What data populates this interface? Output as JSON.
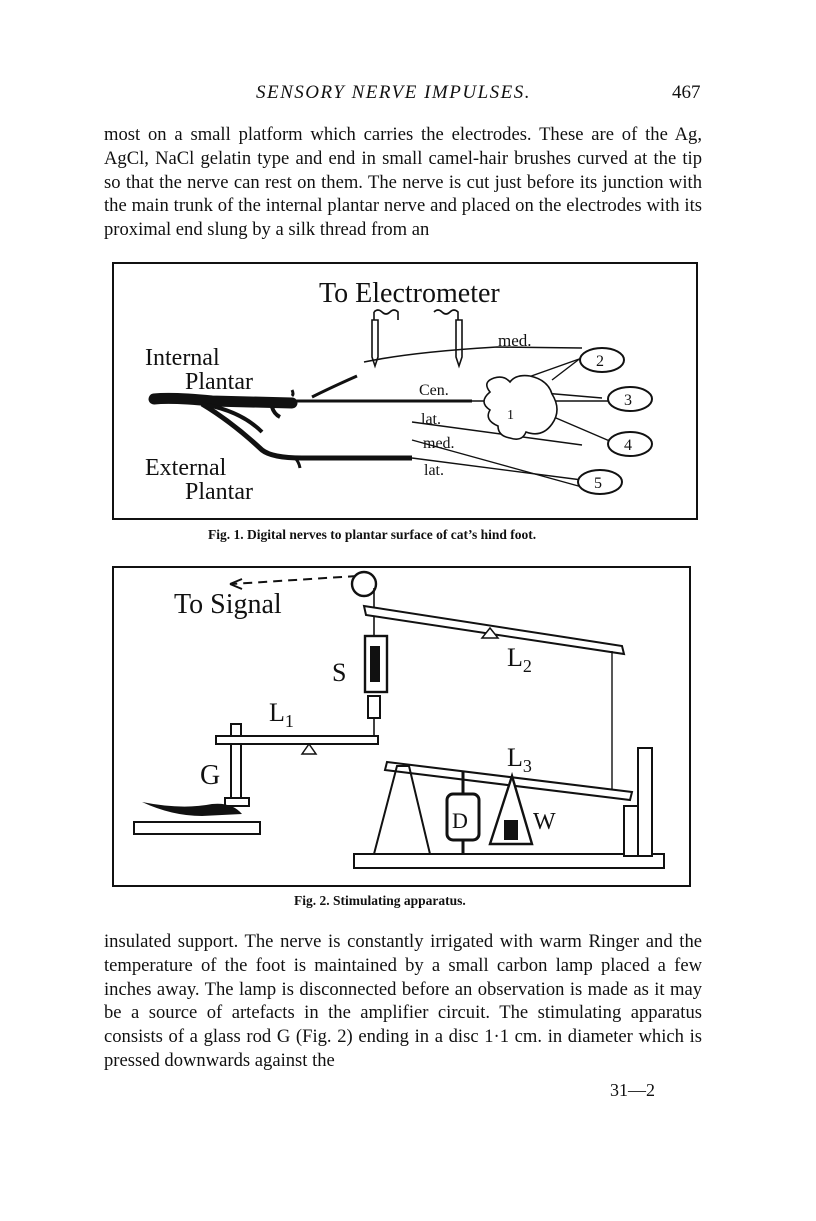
{
  "header": {
    "running_title": "SENSORY NERVE IMPULSES.",
    "page_number": "467"
  },
  "paragraphs": {
    "p1": "most on a small platform which carries the electrodes. These are of the Ag, AgCl, NaCl gelatin type and end in small camel-hair brushes curved at the tip so that the nerve can rest on them. The nerve is cut just before its junction with the main trunk of the internal plantar nerve and placed on the electrodes with its proximal end slung by a silk thread from an",
    "p2": "insulated support. The nerve is constantly irrigated with warm Ringer and the temperature of the foot is maintained by a small carbon lamp placed a few inches away. The lamp is disconnected before an observation is made as it may be a source of artefacts in the amplifier circuit. The stimulating apparatus consists of a glass rod G (Fig. 2) ending in a disc 1·1 cm. in diameter which is pressed downwards against the"
  },
  "figure1": {
    "title": "To Electrometer",
    "label_internal_1": "Internal",
    "label_internal_2": "Plantar",
    "label_external_1": "External",
    "label_external_2": "Plantar",
    "label_med_top": "med.",
    "label_cen": "Cen.",
    "label_lat_1": "lat.",
    "label_med_2": "med.",
    "label_lat_2": "lat.",
    "pad_number": "1",
    "toe_2": "2",
    "toe_3": "3",
    "toe_4": "4",
    "toe_5": "5",
    "caption": "Fig. 1. Digital nerves to plantar surface of cat’s hind foot."
  },
  "figure2": {
    "label_signal": "To Signal",
    "label_S": "S",
    "label_L1": "L",
    "label_L1_sub": "1",
    "label_L2": "L",
    "label_L2_sub": "2",
    "label_L3": "L",
    "label_L3_sub": "3",
    "label_G": "G",
    "label_D": "D",
    "label_W": "W",
    "caption": "Fig. 2. Stimulating apparatus."
  },
  "footer": {
    "signature": "31—2"
  }
}
